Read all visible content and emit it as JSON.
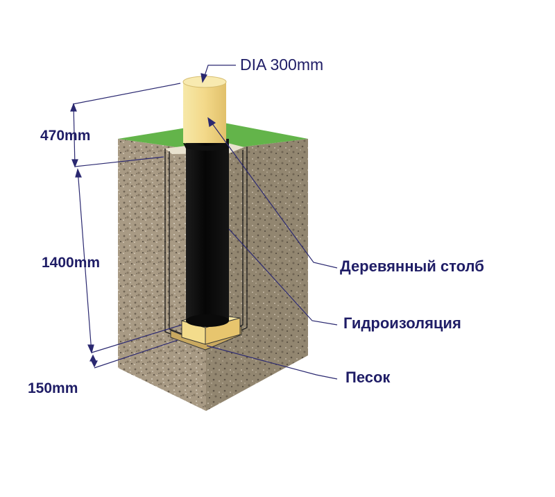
{
  "labels": {
    "diameter": "DIA 300mm",
    "above_ground": "470mm",
    "depth": "1400mm",
    "sand_height": "150mm",
    "wooden_post": "Деревянный столб",
    "waterproofing": "Гидроизоляция",
    "sand": "Песок"
  },
  "colors": {
    "text": "#1f1d66",
    "leader_line": "#2a2870",
    "grass": "#63b44a",
    "soil": "#a99c86",
    "soil_side": "#8f8470",
    "post_wood": "#f2de92",
    "waterproofing": "#0f0f0f",
    "sand": "#e8cf73"
  }
}
